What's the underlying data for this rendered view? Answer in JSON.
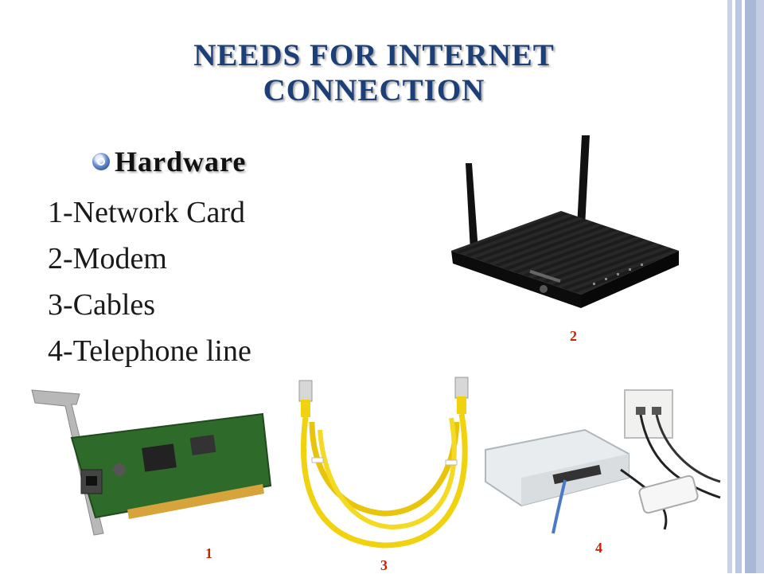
{
  "slide": {
    "title": "NEEDS FOR INTERNET CONNECTION",
    "section_heading": "Hardware",
    "items": [
      {
        "label": "1-Network Card"
      },
      {
        "label": "2-Modem"
      },
      {
        "label": "3-Cables"
      },
      {
        "label": "4-Telephone line"
      }
    ],
    "image_labels": {
      "network_card": "1",
      "modem": "2",
      "cable": "3",
      "telephone_line": "4"
    }
  },
  "theme": {
    "title_color": "#1d3f78",
    "label_color": "#cc2200",
    "border_color": "#a9b8d6"
  },
  "icons": [
    "bullet-icon",
    "router-image",
    "network-card-image",
    "ethernet-cable-image",
    "telephone-line-image"
  ]
}
